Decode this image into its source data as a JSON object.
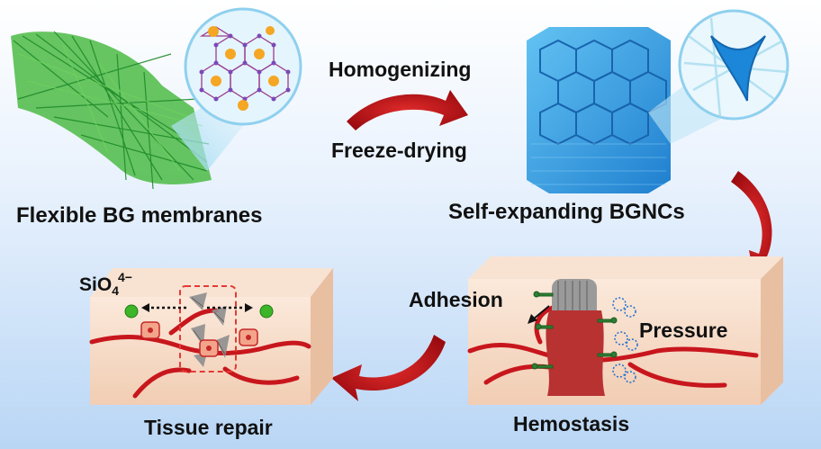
{
  "labels": {
    "homogenizing": "Homogenizing",
    "freeze_drying": "Freeze-drying",
    "flexible_bg": "Flexible BG membranes",
    "self_expanding": "Self-expanding BGNCs",
    "adhesion": "Adhesion",
    "pressure": "Pressure",
    "hemostasis": "Hemostasis",
    "tissue_repair": "Tissue repair",
    "ion_base": "SiO",
    "ion_sub": "4",
    "ion_sup": "4−"
  },
  "colors": {
    "fiber_green": "#3fae3a",
    "sponge_blue": "#2f9de0",
    "arrow_red": "#c0141b",
    "tissue_skin": "#f6dcc7",
    "vessel_red": "#c8161d",
    "ion_green": "#3cb528"
  }
}
